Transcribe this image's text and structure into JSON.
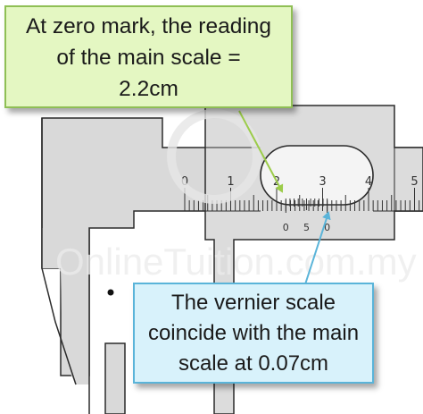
{
  "colors": {
    "body": "#d9d9d9",
    "outline": "#2b2b2b",
    "main_callout_fill": "#e4f7c2",
    "main_callout_border": "#8fbf55",
    "vernier_callout_fill": "#d8f2fb",
    "vernier_callout_border": "#5ab4d9",
    "main_arrow": "#9ccc4a",
    "vernier_arrow": "#5ab4d9"
  },
  "watermark": "OnlineTuition.com.my",
  "main_scale": {
    "labels": [
      "0",
      "1",
      "2",
      "3",
      "4",
      "5"
    ]
  },
  "vernier_scale": {
    "labels": [
      "0",
      "5",
      "0"
    ]
  },
  "callouts": {
    "main_reading": {
      "line1": "At zero mark, the reading",
      "line2": "of the main scale =",
      "line3": "2.2cm"
    },
    "vernier_reading": {
      "line1": "The vernier scale",
      "line2": "coincide with the main",
      "line3": "scale at 0.07cm"
    }
  }
}
